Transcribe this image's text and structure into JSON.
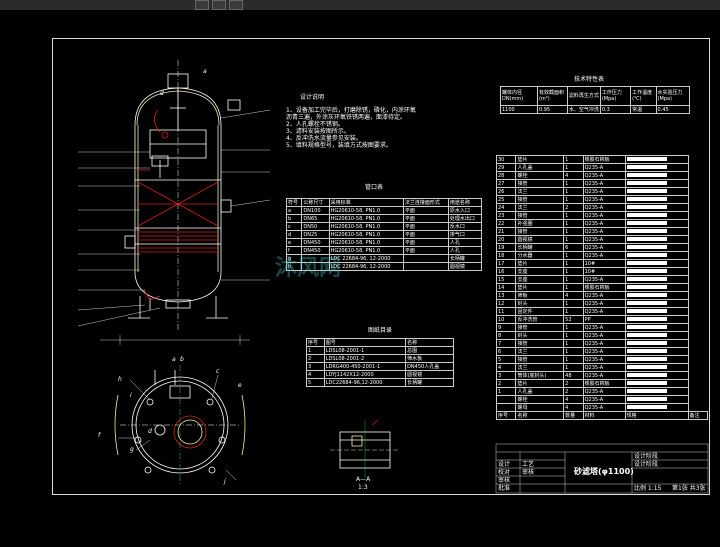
{
  "design_notes": {
    "title": "设计说明",
    "lines": [
      "1、设备加工完毕后，打磨除锈，磷化，内涂环氧",
      "   沥青三遍，外涂灰环氧铁锈两遍，面漆待定。",
      "2、人孔螺栓不锈钢。",
      "3、滤料安装按图所示。",
      "4、反冲洗水流量参见安装。",
      "5、填料规格型号，装填方式按图要求。"
    ]
  },
  "tech_table": {
    "title": "技术特性表",
    "headers": [
      "罐体内径DN(mm)",
      "有效截面积(m²)",
      "滤料再生方式",
      "工作压力(Mpa)",
      "工作温度(℃)",
      "水实验压力(Mpa)"
    ],
    "values": [
      "1100",
      "0.95",
      "水、空气冲洗",
      "0.3",
      "常温",
      "0.45"
    ]
  },
  "nozzle_table": {
    "title": "管口表",
    "headers": [
      "符号",
      "公称尺寸",
      "采用标准",
      "法兰连接面形式",
      "用途名称"
    ],
    "rows": [
      [
        "a",
        "DN100",
        "HG20610-58, PN1.0",
        "平面",
        "原水入口"
      ],
      [
        "b",
        "DN65",
        "HG20610-58, PN1.0",
        "平面",
        "处理水出口"
      ],
      [
        "c",
        "DN50",
        "HG20610-58, PN1.0",
        "平面",
        "反水口"
      ],
      [
        "d",
        "DN25",
        "HG20610-58, PN1.0",
        "平面",
        "排气口"
      ],
      [
        "e",
        "DN450",
        "HG20610-58, PN1.0",
        "平面",
        "人孔"
      ],
      [
        "f",
        "DN450",
        "HG20610-58, PN1.0",
        "平面",
        "人孔"
      ],
      [
        "g",
        "",
        "LDC 22684-96, 12-2000",
        "",
        "长柄罐"
      ],
      [
        "h",
        "",
        "LDC 22684-96, 12-2000",
        "",
        "圆视镜"
      ]
    ]
  },
  "drawing_list": {
    "title": "图纸目录",
    "headers": [
      "序号",
      "图号",
      "名称"
    ],
    "rows": [
      [
        "1",
        "LDSL08-2001-1",
        "总图"
      ],
      [
        "2",
        "LDSL08-2001-2",
        "筛水板"
      ],
      [
        "3",
        "LDRG400-450-2001-1",
        "DN450人孔盖"
      ],
      [
        "4",
        "LDYJ1142X12-2000",
        "圆视镜"
      ],
      [
        "5",
        "LDC22684-96,12-2000",
        "长柄罐"
      ]
    ]
  },
  "parts_list": {
    "rows": [
      [
        "30",
        "垫片",
        "1",
        "橡胶石棉板",
        ""
      ],
      [
        "29",
        "人孔盖",
        "1",
        "Q235-A",
        ""
      ],
      [
        "28",
        "螺栓",
        "4",
        "Q235-A",
        ""
      ],
      [
        "27",
        "接管",
        "1",
        "Q235-A",
        ""
      ],
      [
        "26",
        "法兰",
        "1",
        "Q235-A",
        ""
      ],
      [
        "25",
        "接管",
        "1",
        "Q235-A",
        ""
      ],
      [
        "24",
        "法兰",
        "2",
        "Q235-A",
        ""
      ],
      [
        "23",
        "接管",
        "1",
        "Q235-A",
        ""
      ],
      [
        "22",
        "补强圈",
        "1",
        "Q235-A",
        ""
      ],
      [
        "21",
        "接管",
        "1",
        "Q235-A",
        ""
      ],
      [
        "20",
        "圆视镜",
        "1",
        "Q235-A",
        ""
      ],
      [
        "19",
        "长柄罐",
        "6",
        "Q235-A",
        ""
      ],
      [
        "18",
        "分水器",
        "1",
        "Q235-A",
        ""
      ],
      [
        "17",
        "垫片",
        "1",
        "10#",
        ""
      ],
      [
        "16",
        "支座",
        "1",
        "10#",
        ""
      ],
      [
        "15",
        "支座",
        "1",
        "Q235-A",
        ""
      ],
      [
        "14",
        "垫片",
        "1",
        "橡胶石棉板",
        ""
      ],
      [
        "13",
        "筛板",
        "4",
        "Q235-A",
        ""
      ],
      [
        "12",
        "封头",
        "1",
        "Q235-A",
        ""
      ],
      [
        "11",
        "固定件",
        "1",
        "Q235-A",
        ""
      ],
      [
        "10",
        "反冲洗管",
        "52",
        "PP",
        ""
      ],
      [
        "9",
        "接管",
        "1",
        "Q235-A",
        ""
      ],
      [
        "8",
        "封头",
        "1",
        "Q235-A",
        ""
      ],
      [
        "7",
        "接管",
        "1",
        "Q235-A",
        ""
      ],
      [
        "6",
        "法兰",
        "1",
        "Q235-A",
        ""
      ],
      [
        "5",
        "接管",
        "1",
        "Q235-A",
        ""
      ],
      [
        "4",
        "法兰",
        "1",
        "Q235-A",
        ""
      ],
      [
        "3",
        "筒体(底封头)",
        "48",
        "Q235-A",
        ""
      ],
      [
        "2",
        "垫片",
        "2",
        "橡胶石棉板",
        ""
      ],
      [
        "1",
        "人孔盖",
        "2",
        "Q235-A",
        ""
      ],
      [
        "",
        "螺栓",
        "4",
        "Q235-A",
        ""
      ],
      [
        "",
        "螺母",
        "4",
        "Q235-A",
        ""
      ]
    ],
    "footer_headers": [
      "序号",
      "名称",
      "数量",
      "材料",
      "规格",
      "备注"
    ]
  },
  "title_block": {
    "drawing_name": "砂滤塔(φ1100)",
    "labels": [
      "设计",
      "校对",
      "审核",
      "批准",
      "工艺",
      "审核"
    ],
    "scale_label": "比例 1:15",
    "sheet_label": "第1张 共3张",
    "design_phase": "设计阶段",
    "design_stage": "设计阶段"
  },
  "section_label": {
    "name": "A—A",
    "scale": "1:3"
  },
  "plan_labels": [
    "a",
    "b",
    "c",
    "d",
    "e",
    "f",
    "g",
    "h",
    "i",
    "j"
  ],
  "watermark": "沐风网",
  "colors": {
    "background": "#000000",
    "lines": "#ffffff",
    "accent": "#d02020",
    "fill": "#f2f2a0"
  }
}
